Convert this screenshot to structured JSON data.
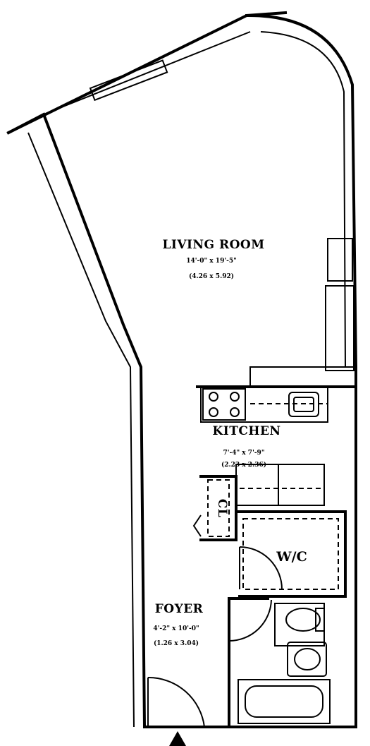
{
  "rooms": {
    "living_room": {
      "name": "LIVING ROOM",
      "dim_imperial": "14'-0\" x 19'-5\"",
      "dim_metric": "(4.26 x 5.92)"
    },
    "kitchen": {
      "name": "KITCHEN",
      "dim_imperial": "7'-4\" x 7'-9\"",
      "dim_metric": "(2.23 x 2.36)"
    },
    "foyer": {
      "name": "FOYER",
      "dim_imperial": "4'-2\" x 10'-0\"",
      "dim_metric": "(1.26 x 3.04)"
    },
    "closet": {
      "name": "CL"
    },
    "wc": {
      "name": "W/C"
    }
  },
  "icons": {
    "entry": "entry-arrow-icon",
    "range": "stove-icon",
    "sink": "sink-icon",
    "toilet": "toilet-icon",
    "bathtub": "bathtub-icon"
  },
  "colors": {
    "ink": "#000000",
    "paper": "#ffffff"
  }
}
